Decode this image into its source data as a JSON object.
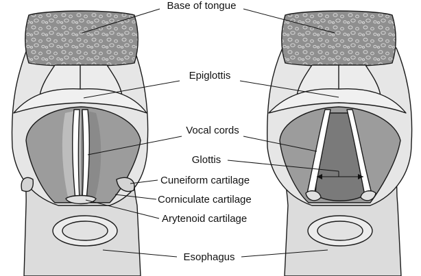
{
  "diagram": {
    "labels": {
      "base_of_tongue": "Base of tongue",
      "epiglottis": "Epiglottis",
      "vocal_cords": "Vocal cords",
      "glottis": "Glottis",
      "cuneiform_cartilage": "Cuneiform cartilage",
      "corniculate_cartilage": "Corniculate cartilage",
      "arytenoid_cartilage": "Arytenoid cartilage",
      "esophagus": "Esophagus"
    },
    "colors": {
      "tongue": "#8f8f8f",
      "tissue": "#dcdcdc",
      "tissue_light": "#ececec",
      "cavity": "#9c9c9c",
      "cavity_dark": "#7a7a7a",
      "cord": "#ffffff",
      "outline": "#1a1a1a"
    }
  }
}
